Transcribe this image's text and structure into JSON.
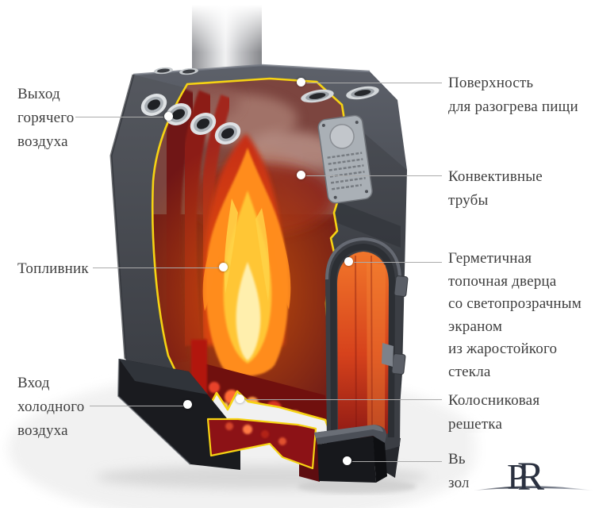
{
  "labels": {
    "hot_air": {
      "l1": "Выход",
      "l2": "горячего",
      "l3": "воздуха"
    },
    "firebox": {
      "l1": "Топливник"
    },
    "cold_air": {
      "l1": "Вход",
      "l2": "холодного",
      "l3": "воздуха"
    },
    "cook_surface": {
      "l1": "Поверхность",
      "l2": "для разогрева пищи"
    },
    "tubes": {
      "l1": "Конвективные",
      "l2": "трубы"
    },
    "door": {
      "l1": "Герметичная",
      "l2": "топочная дверца",
      "l3": "со светопрозрачным",
      "l4": "экраном",
      "l5": "из жаростойкого",
      "l6": "стекла"
    },
    "grate": {
      "l1": "Колосниковая",
      "l2": "решетка"
    },
    "ash_partial": {
      "l1": "Вь",
      "l2": "зол"
    }
  },
  "logo": {
    "letter_p": "P",
    "letter_r": "R"
  },
  "colors": {
    "cut_outline": "#f6d313",
    "body_gray": "#4a4e55",
    "interior_red": "#a81f16",
    "flame_orange": "#ff8c1e",
    "flame_yellow": "#ffd348",
    "label_text": "#3e3e3e",
    "leader_line": "#ababab",
    "logo_navy": "#2b3140"
  }
}
